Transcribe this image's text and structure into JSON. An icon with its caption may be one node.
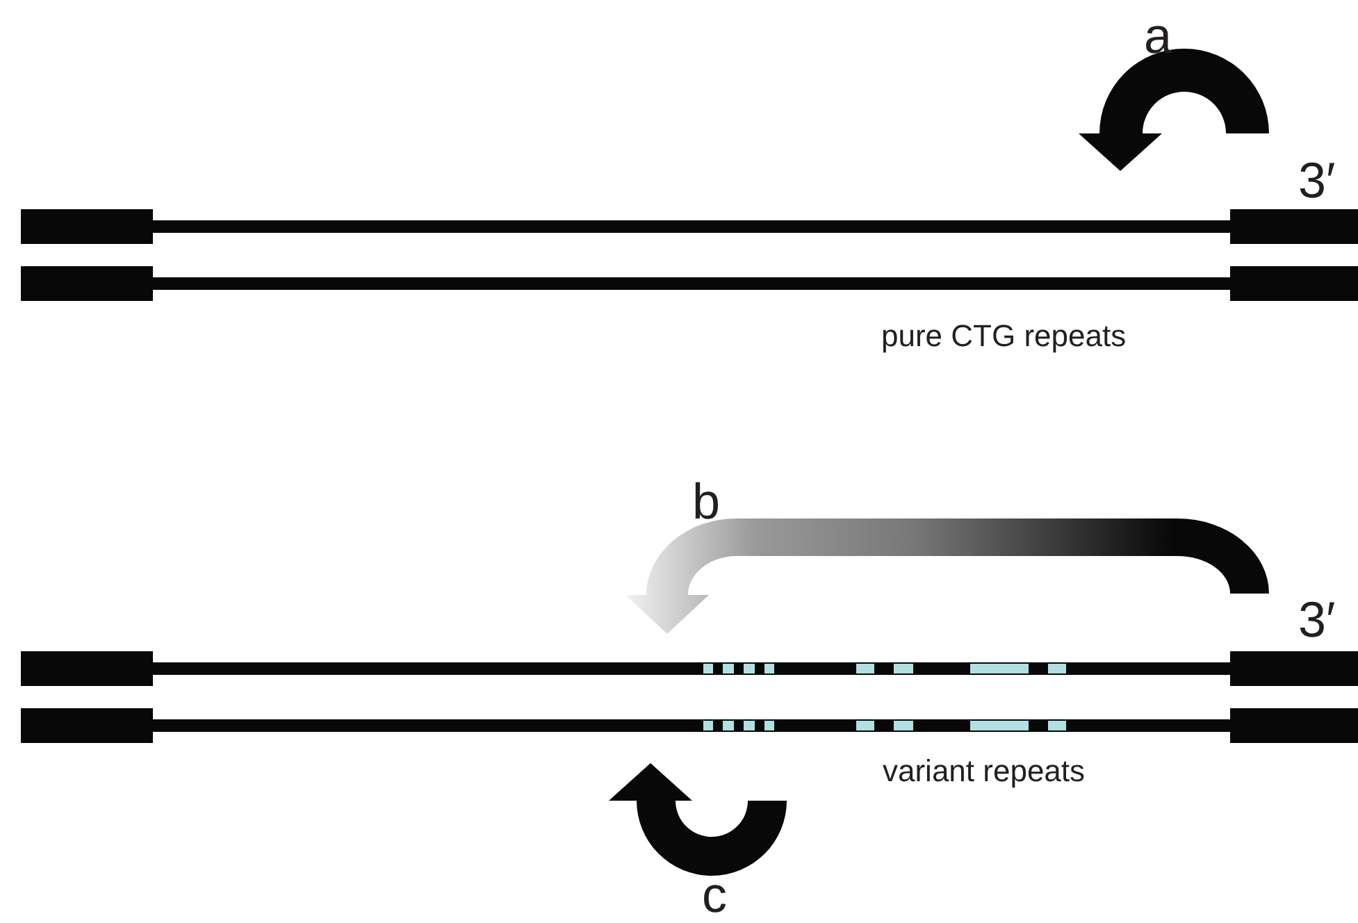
{
  "diagram": {
    "labels": [
      "a",
      "3′",
      "pure CTG repeats",
      "b",
      "3′",
      "variant repeats",
      "c"
    ]
  }
}
